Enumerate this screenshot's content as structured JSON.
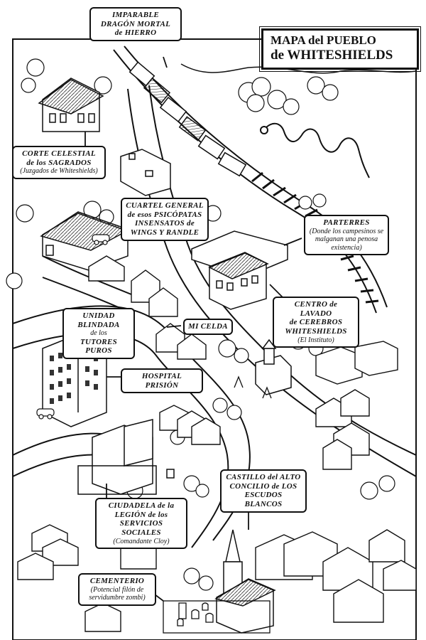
{
  "map": {
    "title_line1": "MAPA del PUEBLO",
    "title_line2": "de WHITESHIELDS"
  },
  "labels": {
    "dragon": {
      "line1": "IMPARABLE",
      "line2": "DRAGÓN MORTAL",
      "line3": "de HIERRO"
    },
    "corte": {
      "line1": "CORTE CELESTIAL",
      "line2": "de los SAGRADOS",
      "sub": "(Juzgados de Whiteshields)"
    },
    "cuartel": {
      "line1": "CUARTEL GENERAL",
      "line2": "de esos PSICÓPATAS",
      "line3": "INSENSATOS de",
      "line4": "WINGS Y RANDLE"
    },
    "parterres": {
      "line1": "PARTERRES",
      "sub": "(Donde los campesinos se malganan una penosa existencia)"
    },
    "centro": {
      "line1": "CENTRO de LAVADO",
      "line2": "de CEREBROS",
      "line3": "WHITESHIELDS",
      "sub": "(El Instituto)"
    },
    "unidad": {
      "line1": "UNIDAD",
      "line2": "BLINDADA",
      "line3": "de los",
      "line4": "TUTORES PUROS"
    },
    "micelda": {
      "line1": "MI CELDA"
    },
    "hospital": {
      "line1": "HOSPITAL PRISIÓN"
    },
    "castillo": {
      "line1": "CASTILLO del ALTO",
      "line2": "CONCILIO de LOS",
      "line3": "ESCUDOS BLANCOS"
    },
    "ciudadela": {
      "line1": "CIUDADELA de la",
      "line2": "LEGIÓN de los",
      "line3": "SERVICIOS SOCIALES",
      "sub": "(Comandante Cloy)"
    },
    "cementerio": {
      "line1": "CEMENTERIO",
      "sub": "(Potencial filón de servidumbre zombi)"
    }
  },
  "colors": {
    "ink": "#111111",
    "paper": "#ffffff",
    "shade": "#bdbdbd"
  },
  "icons": [
    "tree-cluster",
    "house-icon",
    "train-icon",
    "dragon-serpent",
    "church-icon",
    "gravestone-icon",
    "car-icon",
    "playground-swing"
  ]
}
